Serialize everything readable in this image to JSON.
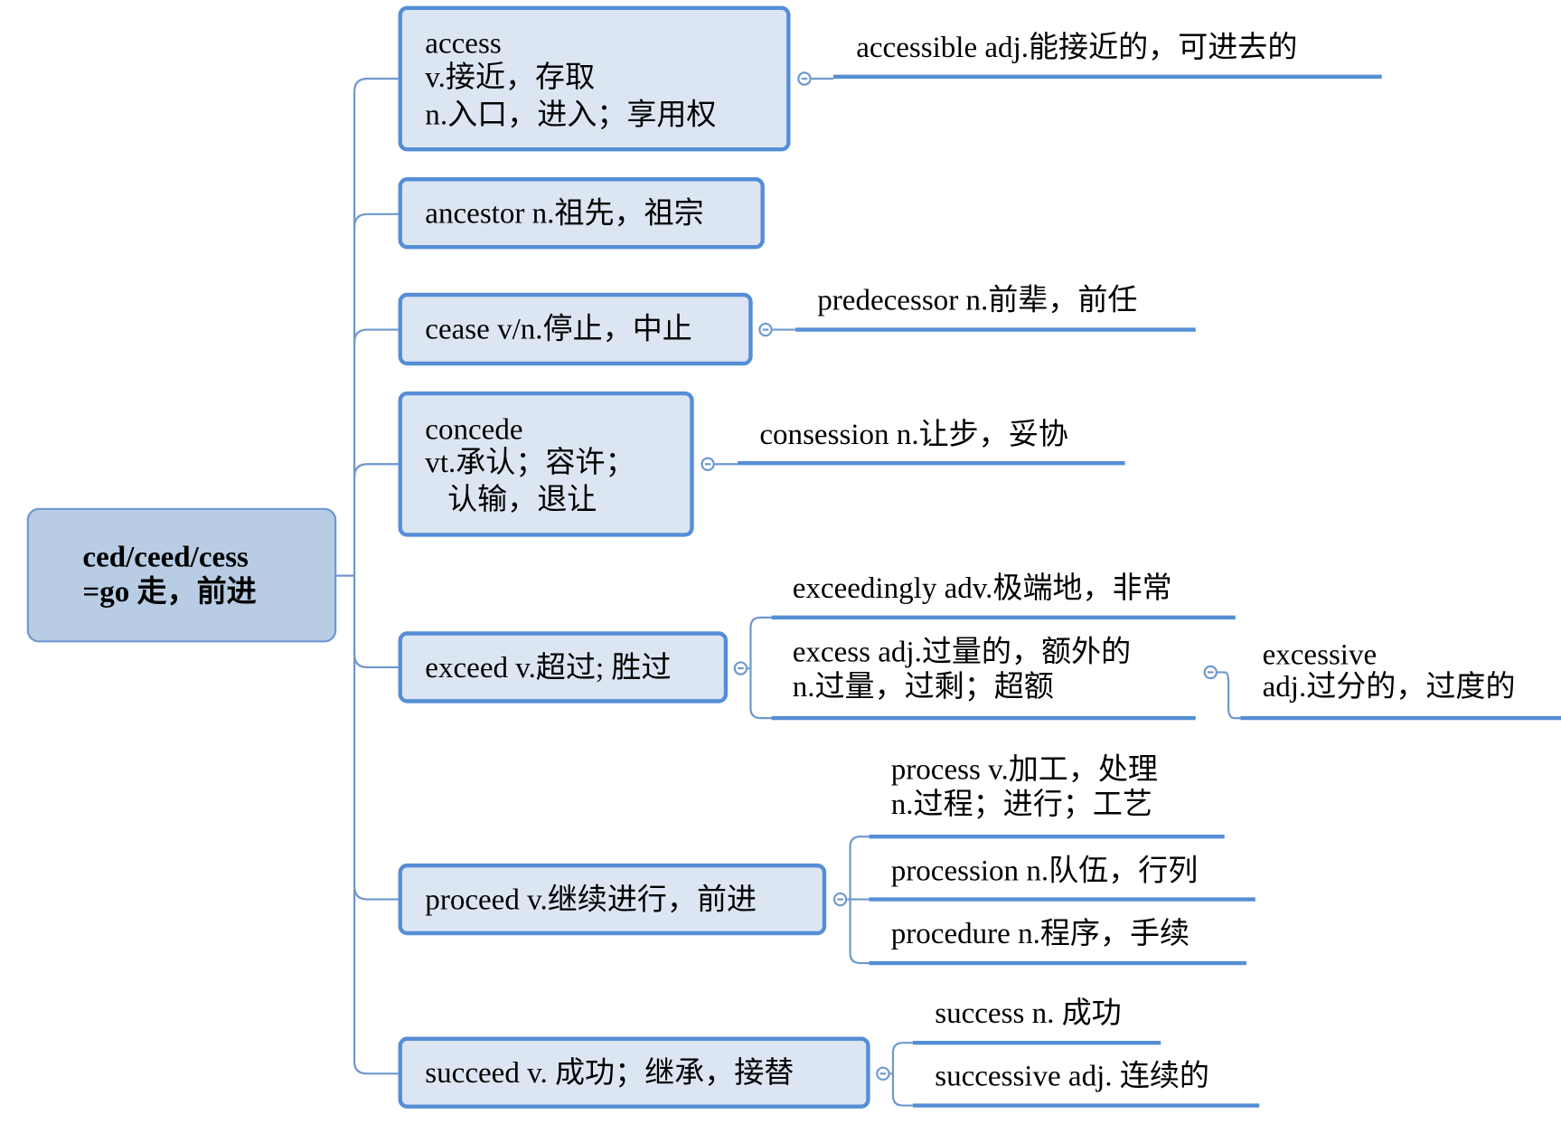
{
  "root": {
    "lines": [
      "ced/ceed/cess",
      "=go 走，前进"
    ]
  },
  "branches": [
    {
      "word": "access",
      "lines": [
        "access",
        "v.接近，存取",
        "n.入口，进入；享用权"
      ],
      "children": [
        {
          "lines": [
            "accessible adj.能接近的，可进去的"
          ]
        }
      ]
    },
    {
      "word": "ancestor",
      "lines": [
        "ancestor n.祖先，祖宗"
      ],
      "children": []
    },
    {
      "word": "cease",
      "lines": [
        "cease v/n.停止，中止"
      ],
      "children": [
        {
          "lines": [
            "predecessor n.前辈，前任"
          ]
        }
      ]
    },
    {
      "word": "concede",
      "lines": [
        "concede",
        "vt.承认；容许；",
        "   认输，退让"
      ],
      "children": [
        {
          "lines": [
            "consession n.让步，妥协"
          ]
        }
      ]
    },
    {
      "word": "exceed",
      "lines": [
        "exceed v.超过; 胜过"
      ],
      "children": [
        {
          "lines": [
            "exceedingly adv.极端地，非常"
          ]
        },
        {
          "lines": [
            "excess adj.过量的，额外的",
            "n.过量，过剩；超额"
          ],
          "children": [
            {
              "lines": [
                "excessive",
                "adj.过分的，过度的"
              ]
            }
          ]
        }
      ]
    },
    {
      "word": "proceed",
      "lines": [
        "proceed v.继续进行，前进"
      ],
      "children": [
        {
          "lines": [
            "process v.加工，处理",
            "n.过程；进行；工艺"
          ]
        },
        {
          "lines": [
            "procession n.队伍，行列"
          ]
        },
        {
          "lines": [
            "procedure n.程序，手续"
          ]
        }
      ]
    },
    {
      "word": "succeed",
      "lines": [
        "succeed v. 成功；继承，接替"
      ],
      "children": [
        {
          "lines": [
            "success n. 成功"
          ]
        },
        {
          "lines": [
            "successive adj. 连续的"
          ]
        }
      ]
    }
  ],
  "colors": {
    "node_fill": "#dce6f2",
    "node_border": "#558ed5",
    "root_fill": "#b8cce4",
    "line": "#558ed5"
  },
  "icons": {
    "collapse": "minus-circle-icon"
  }
}
